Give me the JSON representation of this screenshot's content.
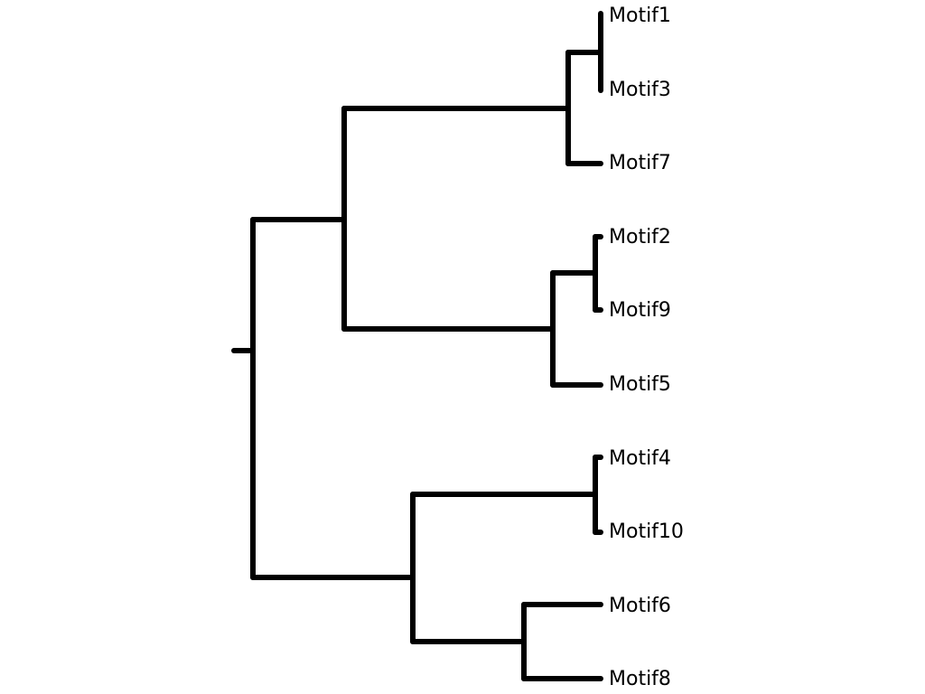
{
  "colors": {
    "line": "#000000",
    "background": "#ffffff"
  },
  "leaves": [
    {
      "id": "Motif1",
      "label": "Motif1"
    },
    {
      "id": "Motif3",
      "label": "Motif3"
    },
    {
      "id": "Motif7",
      "label": "Motif7"
    },
    {
      "id": "Motif2",
      "label": "Motif2"
    },
    {
      "id": "Motif9",
      "label": "Motif9"
    },
    {
      "id": "Motif5",
      "label": "Motif5"
    },
    {
      "id": "Motif4",
      "label": "Motif4"
    },
    {
      "id": "Motif10",
      "label": "Motif10"
    },
    {
      "id": "Motif6",
      "label": "Motif6"
    },
    {
      "id": "Motif8",
      "label": "Motif8"
    }
  ],
  "tree": {
    "children": [
      {
        "children": [
          {
            "children": [
              {
                "children": [
                  {
                    "leaf": "Motif1"
                  },
                  {
                    "leaf": "Motif3"
                  }
                ]
              },
              {
                "leaf": "Motif7"
              }
            ]
          },
          {
            "children": [
              {
                "children": [
                  {
                    "leaf": "Motif2"
                  },
                  {
                    "leaf": "Motif9"
                  }
                ]
              },
              {
                "leaf": "Motif5"
              }
            ]
          }
        ]
      },
      {
        "children": [
          {
            "children": [
              {
                "leaf": "Motif4"
              },
              {
                "leaf": "Motif10"
              }
            ]
          },
          {
            "children": [
              {
                "leaf": "Motif6"
              },
              {
                "leaf": "Motif8"
              }
            ]
          }
        ]
      }
    ]
  }
}
